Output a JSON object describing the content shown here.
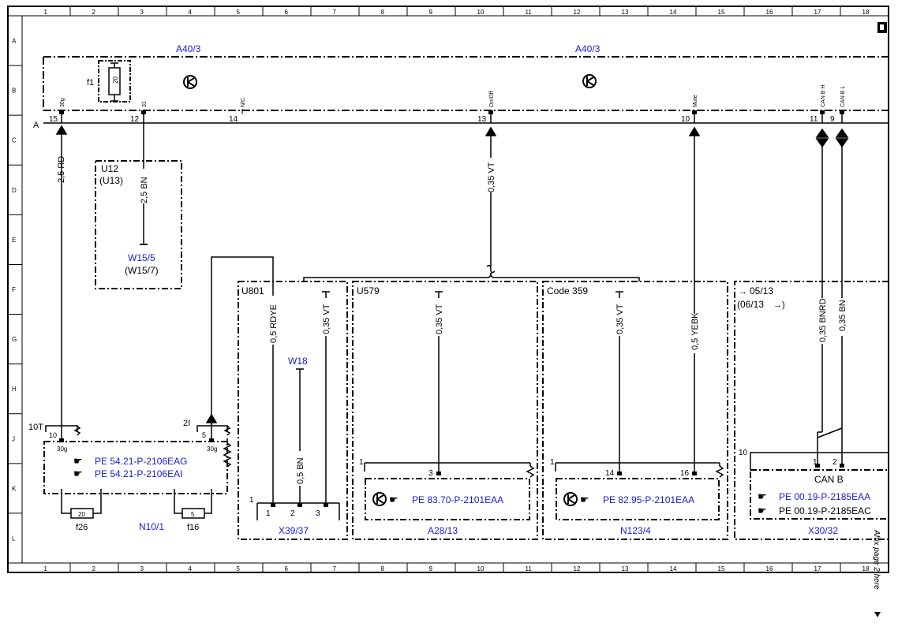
{
  "columns": [
    "1",
    "2",
    "3",
    "4",
    "5",
    "6",
    "7",
    "8",
    "9",
    "10",
    "11",
    "12",
    "13",
    "14",
    "15",
    "16",
    "17",
    "18"
  ],
  "rows": [
    "A",
    "B",
    "C",
    "D",
    "E",
    "F",
    "G",
    "H",
    "J",
    "K",
    "L"
  ],
  "modules": {
    "a40_left": "A40/3",
    "a40_right": "A40/3",
    "fuse_f1": "f1",
    "fuse_f1_value": "20",
    "connector_a": "A"
  },
  "pins": {
    "p15": {
      "num": "15",
      "label": "30g"
    },
    "p12": {
      "num": "12",
      "label": "31"
    },
    "p14": {
      "num": "14",
      "label": "N/C"
    },
    "p13": {
      "num": "13",
      "label": "On/Off"
    },
    "p10": {
      "num": "10",
      "label": "Mute"
    },
    "p11": {
      "num": "11",
      "label": "CAN B H"
    },
    "p9": {
      "num": "9",
      "label": "CAN B L"
    }
  },
  "wires": {
    "w_rd": "2,5 RD",
    "w_bn": "2,5 BN",
    "w_vt_main": "0,35 VT",
    "w_rdye": "0,5 RDYE",
    "w_vt_u801": "0,35 VT",
    "w_bn_w18": "0,5 BN",
    "w_vt_u579": "0,35 VT",
    "w_vt_code": "0,35 VT",
    "w_yebk": "0,5 YEBK",
    "w_bnrd": "0,35 BNRD",
    "w_bn_canl": "0,35 BN"
  },
  "boxes": {
    "u12": "U12",
    "u13": "(U13)",
    "w15_5": "W15/5",
    "w15_7": "(W15/7)",
    "u801": "U801",
    "w18": "W18",
    "u579": "U579",
    "code359": "Code 359",
    "date_from": "05/13",
    "date_to": "(06/13",
    "can_b": "CAN B"
  },
  "references": {
    "ref1": "PE 54.21-P-2106EAG",
    "ref2": "PE 54.21-P-2106EAI",
    "ref3": "PE 83.70-P-2101EAA",
    "ref4": "PE 82.95-P-2101EAA",
    "ref5": "PE 00.19-P-2185EAA",
    "ref6": "PE 00.19-P-2185EAC"
  },
  "components": {
    "n10_1": "N10/1",
    "f26": "f26",
    "f26_value": "20",
    "f16": "f16",
    "f16_value": "5",
    "x39_37": "X39/37",
    "a28_13": "A28/13",
    "n123_4": "N123/4",
    "x30_32": "X30/32"
  },
  "pin_labels": {
    "t10T": "10T",
    "t10": "10",
    "t30g_l": "30g",
    "t2I": "2I",
    "t5": "5",
    "t30g_r": "30g",
    "x39_1": "1",
    "x39_p1": "1",
    "x39_p2": "2",
    "x39_p3": "3",
    "a28_1": "1",
    "a28_3": "3",
    "n123_1": "1",
    "n123_14": "14",
    "n123_16": "16",
    "x30_10": "10",
    "x30_1": "1",
    "x30_2": "2"
  },
  "affix_note": "Affix page 2 here",
  "colors": {
    "reference_blue": "#1a1ad6",
    "line": "#000000"
  }
}
